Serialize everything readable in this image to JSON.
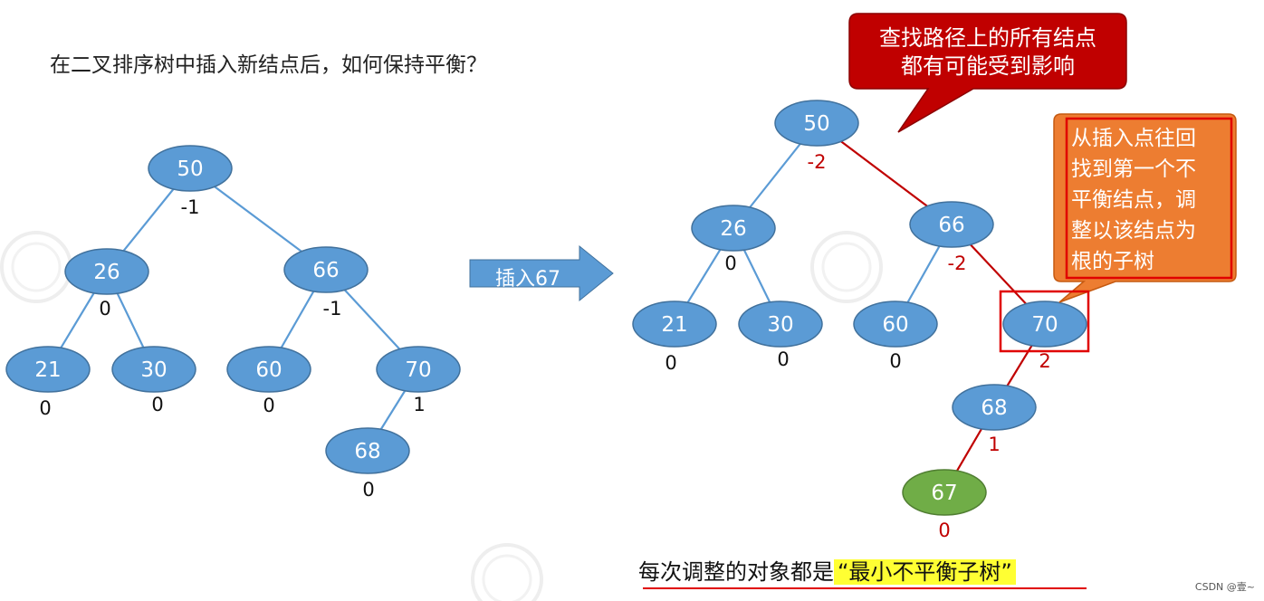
{
  "title": "在二叉排序树中插入新结点后，如何保持平衡？",
  "arrow_label": "插入67",
  "callout_top": {
    "line1": "查找路径上的所有结点",
    "line2": "都有可能受到影响"
  },
  "callout_right": {
    "lines": [
      "从插入点往回",
      "找到第一个不",
      "平衡结点，调",
      "整以该结点为",
      "根的子树"
    ]
  },
  "bottom": {
    "prefix": "每次调整的对象都是",
    "highlight": "“最小不平衡子树”"
  },
  "credit": "CSDN @壹~",
  "colors": {
    "node": "#5b9bd5",
    "new_node": "#70ad47",
    "edge": "#5b9bd5",
    "path": "#c00000",
    "callout_top": "#c00000",
    "callout_right": "#ed7d31",
    "highlight": "#ffff33"
  },
  "left_tree": {
    "nodes": [
      {
        "id": "n50",
        "key": "50",
        "bf": "-1"
      },
      {
        "id": "n26",
        "key": "26",
        "bf": "0"
      },
      {
        "id": "n66",
        "key": "66",
        "bf": "-1"
      },
      {
        "id": "n21",
        "key": "21",
        "bf": "0"
      },
      {
        "id": "n30",
        "key": "30",
        "bf": "0"
      },
      {
        "id": "n60",
        "key": "60",
        "bf": "0"
      },
      {
        "id": "n70",
        "key": "70",
        "bf": "1"
      },
      {
        "id": "n68",
        "key": "68",
        "bf": "0"
      }
    ],
    "edges": [
      [
        "n50",
        "n26"
      ],
      [
        "n50",
        "n66"
      ],
      [
        "n26",
        "n21"
      ],
      [
        "n26",
        "n30"
      ],
      [
        "n66",
        "n60"
      ],
      [
        "n66",
        "n70"
      ],
      [
        "n70",
        "n68"
      ]
    ]
  },
  "right_tree": {
    "nodes": [
      {
        "id": "n50",
        "key": "50",
        "bf": "-2",
        "on_path": true
      },
      {
        "id": "n26",
        "key": "26",
        "bf": "0",
        "on_path": false
      },
      {
        "id": "n66",
        "key": "66",
        "bf": "-2",
        "on_path": true
      },
      {
        "id": "n21",
        "key": "21",
        "bf": "0",
        "on_path": false
      },
      {
        "id": "n30",
        "key": "30",
        "bf": "0",
        "on_path": false
      },
      {
        "id": "n60",
        "key": "60",
        "bf": "0",
        "on_path": false
      },
      {
        "id": "n70",
        "key": "70",
        "bf": "2",
        "on_path": true,
        "boxed": true
      },
      {
        "id": "n68",
        "key": "68",
        "bf": "1",
        "on_path": true
      },
      {
        "id": "n67",
        "key": "67",
        "bf": "0",
        "on_path": true,
        "inserted": true
      }
    ],
    "edges": [
      [
        "n50",
        "n26",
        false
      ],
      [
        "n50",
        "n66",
        true
      ],
      [
        "n26",
        "n21",
        false
      ],
      [
        "n26",
        "n30",
        false
      ],
      [
        "n66",
        "n60",
        false
      ],
      [
        "n66",
        "n70",
        true
      ],
      [
        "n70",
        "n68",
        true
      ],
      [
        "n68",
        "n67",
        true
      ]
    ]
  }
}
